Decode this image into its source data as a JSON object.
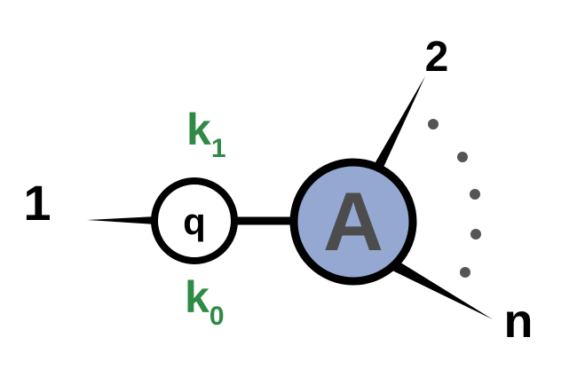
{
  "labels": {
    "leg_left": "1",
    "leg_top": "2",
    "leg_bottom": "n",
    "small_node": "q",
    "big_node": "A",
    "k_top_base": "k",
    "k_top_sub": "1",
    "k_bottom_base": "k",
    "k_bottom_sub": "0"
  },
  "colors": {
    "line": "#000000",
    "big_node_fill": "#94a8d2",
    "big_node_letter": "#4c4c4c",
    "momentum_label": "#2f8a45",
    "dots": "#555555"
  }
}
